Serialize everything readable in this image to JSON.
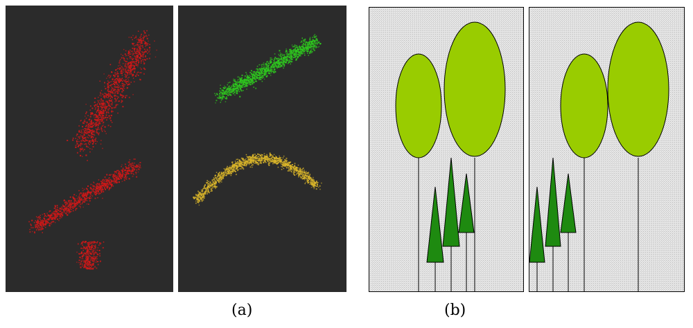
{
  "captions": {
    "a": "(a)",
    "b": "(b)"
  },
  "colors": {
    "panel_dark": "#2b2b2b",
    "points_red": "#d01818",
    "points_green": "#2ec81e",
    "points_yellow": "#d8b42a",
    "stipple_bg": "#dcdcdc",
    "crown_light": "#99cc00",
    "crown_dark": "#1e8a10",
    "outline": "#000000"
  },
  "panels": [
    {
      "id": "point-cloud-single",
      "description_key": "single-segment",
      "clusters": [
        "red"
      ]
    },
    {
      "id": "point-cloud-split",
      "description_key": "two-segments",
      "clusters": [
        "green",
        "yellow"
      ]
    },
    {
      "id": "tree-model-left",
      "trees": {
        "deciduous": 2,
        "conifer": 3
      }
    },
    {
      "id": "tree-model-right",
      "trees": {
        "deciduous": 2,
        "conifer": 3
      }
    }
  ]
}
